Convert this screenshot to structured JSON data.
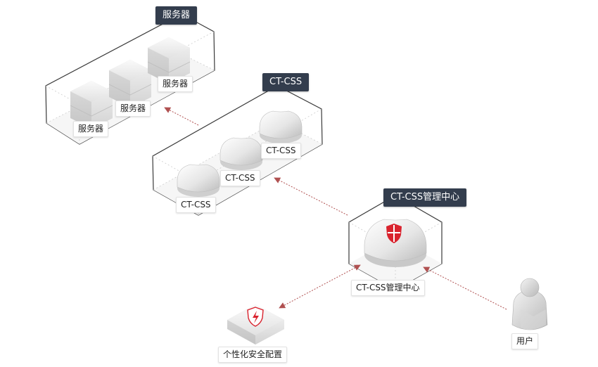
{
  "groups": {
    "servers": {
      "title": "服务器",
      "items": [
        "服务器",
        "服务器",
        "服务器"
      ]
    },
    "css": {
      "title": "CT-CSS",
      "items": [
        "CT-CSS",
        "CT-CSS",
        "CT-CSS"
      ]
    },
    "center": {
      "title": "CT-CSS管理中心",
      "label": "CT-CSS管理中心"
    }
  },
  "nodes": {
    "config": {
      "label": "个性化安全配置"
    },
    "user": {
      "label": "用户"
    }
  },
  "colors": {
    "dark_tag": "#333d4d",
    "arrow": "#b05050",
    "shield_red": "#d9232e"
  }
}
